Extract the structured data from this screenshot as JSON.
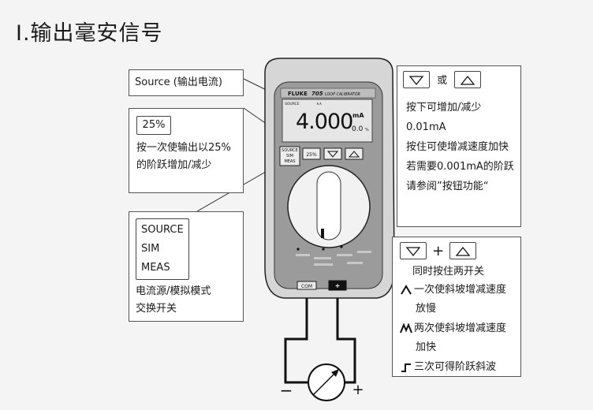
{
  "title": "I.输出毫安信号",
  "meter": {
    "brand": "FLUKE",
    "model": "705",
    "subtitle": "LOOP CALIBRATOR",
    "lcd_mode": "SOURCE",
    "lcd_value": "4.000",
    "lcd_unit": "mA",
    "lcd_percent": "0.0",
    "lcd_percent_sign": "%",
    "btn_mode": [
      "SOURCE",
      "SIM",
      "MEAS"
    ],
    "btn_pct": "25%",
    "jack_com": "COM",
    "jack_plus": "+"
  },
  "callouts": {
    "source": "Source (输出电流)",
    "pct_key": "25%",
    "pct_lines": [
      "按一次使输出以25%",
      "的阶跃增加/减少"
    ],
    "mode_keys": [
      "SOURCE",
      "SIM",
      "MEAS"
    ],
    "mode_lines": [
      "电流源/模拟模式",
      "交换开关"
    ],
    "updown_or": "或",
    "updown_lines": [
      "按下可增加/减少",
      "0.01mA",
      "按住可使增减速度加快",
      "若需要0.001mA的阶跃",
      "请参阅”按钮功能“"
    ],
    "combo_plus": "+",
    "combo_lines": [
      "同时按住两开关",
      "一次使斜坡增减速度",
      "放慢",
      "两次使斜坡增减速度",
      "加快",
      "三次可得阶跃斜波"
    ]
  },
  "circuit": {
    "minus": "−",
    "plus": "+"
  }
}
